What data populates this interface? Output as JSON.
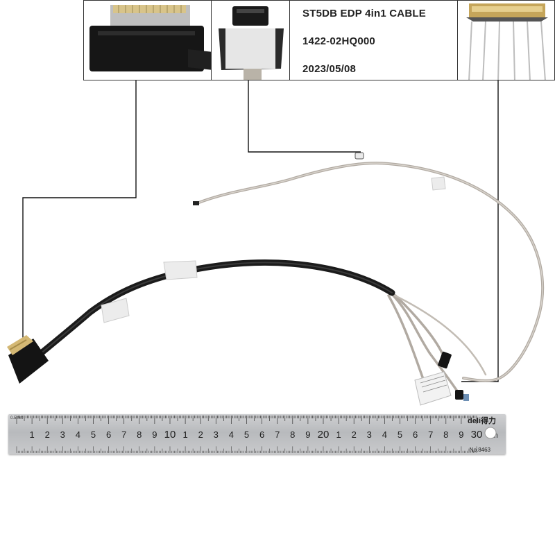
{
  "product": {
    "title": "ST5DB EDP 4in1 CABLE",
    "part_number": "1422-02HQ000",
    "date": "2023/05/08"
  },
  "ruler": {
    "brand": "deli得力",
    "model": "No.8463",
    "unit": "cm",
    "small_unit": "0.5mm",
    "labels": [
      "1",
      "2",
      "3",
      "4",
      "5",
      "6",
      "7",
      "8",
      "9",
      "10",
      "1",
      "2",
      "3",
      "4",
      "5",
      "6",
      "7",
      "8",
      "9",
      "20",
      "1",
      "2",
      "3",
      "4",
      "5",
      "6",
      "7",
      "8",
      "9",
      "30"
    ]
  }
}
